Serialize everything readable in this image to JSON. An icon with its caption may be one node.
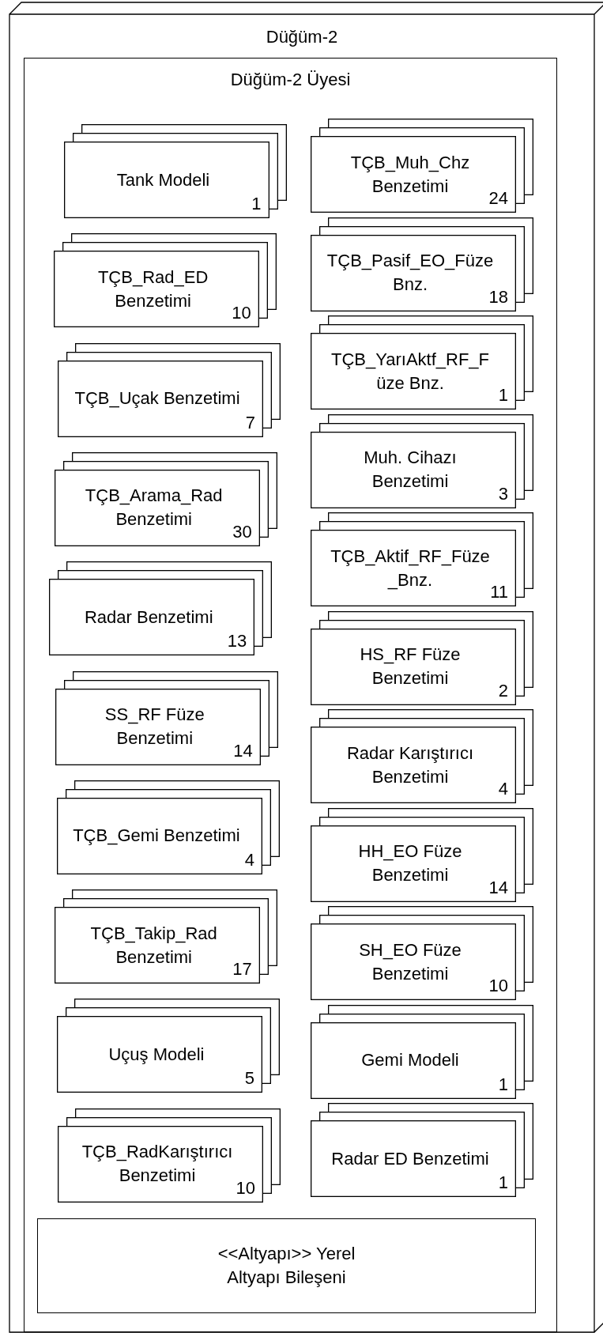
{
  "diagram": {
    "nodes": [
      {
        "text": [
          "Düğüm-2"
        ]
      },
      {
        "text": [
          "Düğüm-2 Üyesi"
        ],
        "in": 0
      },
      {
        "text": [
          "Tank Modeli",
          "1"
        ],
        "in": 1
      },
      {
        "text": [
          "TÇB_Rad_ED Benzetimi",
          "10"
        ],
        "in": 1
      },
      {
        "text": [
          "TÇB_Uçak Benzetimi",
          "7"
        ],
        "in": 1
      },
      {
        "text": [
          "TÇB_Arama_Rad Benzetimi",
          "30"
        ],
        "in": 1
      },
      {
        "text": [
          "Radar Benzetimi",
          "13"
        ],
        "in": 1
      },
      {
        "text": [
          "SS_RF Füze Benzetimi",
          "14"
        ],
        "in": 1
      },
      {
        "text": [
          "TÇB_Gemi Benzetimi",
          "4"
        ],
        "in": 1
      },
      {
        "text": [
          "TÇB_Takip_Rad Benzetimi",
          "17"
        ],
        "in": 1
      },
      {
        "text": [
          "Uçuş Modeli",
          "5"
        ],
        "in": 1
      },
      {
        "text": [
          "TÇB_RadKarıştırıcı Benzetimi",
          "10"
        ],
        "in": 1
      },
      {
        "text": [
          "TÇB_Muh_Chz Benzetimi",
          "24"
        ],
        "in": 1
      },
      {
        "text": [
          "TÇB_Pasif_EO_Füze Bnz.",
          "18"
        ],
        "in": 1
      },
      {
        "text": [
          "TÇB_YarıAktf_RF_Füze Bnz.",
          "1"
        ],
        "in": 1
      },
      {
        "text": [
          "Muh. Cihazı Benzetimi",
          "3"
        ],
        "in": 1
      },
      {
        "text": [
          "TÇB_Aktif_RF_Füze_Bnz.",
          "11"
        ],
        "in": 1
      },
      {
        "text": [
          "HS_RF Füze Benzetimi",
          "2"
        ],
        "in": 1
      },
      {
        "text": [
          "Radar Karıştırıcı Benzetimi",
          "4"
        ],
        "in": 1
      },
      {
        "text": [
          "HH_EO Füze Benzetimi",
          "14"
        ],
        "in": 1
      },
      {
        "text": [
          "SH_EO Füze Benzetimi",
          "10"
        ],
        "in": 1
      },
      {
        "text": [
          "Gemi Modeli",
          "1"
        ],
        "in": 1
      },
      {
        "text": [
          "Radar ED Benzetimi",
          "1"
        ],
        "in": 1
      },
      {
        "text": [
          "<<Altyapı>> Yerel Altyapı Bileşeni"
        ],
        "in": 1
      }
    ]
  }
}
